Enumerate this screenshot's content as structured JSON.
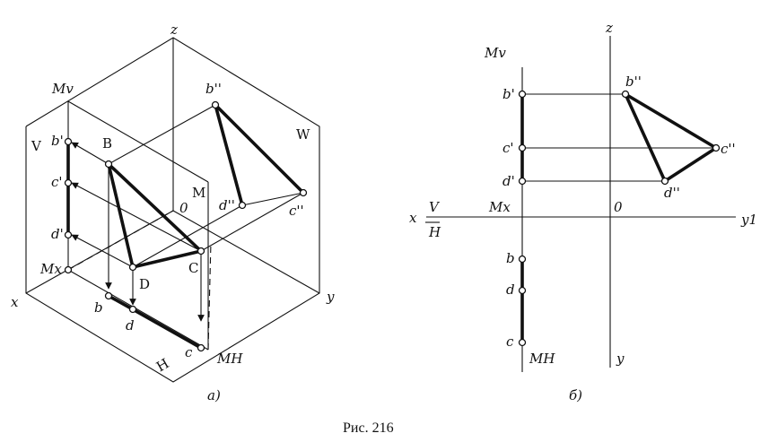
{
  "caption": "Рис. 216",
  "panel_a": {
    "sublabel": "а)",
    "axes": {
      "x": "x",
      "y": "y",
      "z": "z",
      "o": "0"
    },
    "planes": {
      "V": "V",
      "W": "W",
      "H": "H"
    },
    "marks": {
      "Mv": "Mv",
      "Mx": "Mx",
      "Mh": "MH",
      "M": "M"
    },
    "points3d": {
      "B": "B",
      "C": "C",
      "D": "D"
    },
    "front": {
      "b": "b'",
      "c": "c'",
      "d": "d'"
    },
    "side": {
      "b": "b''",
      "c": "c''",
      "d": "d''"
    },
    "top": {
      "b": "b",
      "c": "c",
      "d": "d"
    }
  },
  "panel_b": {
    "sublabel": "б)",
    "axes": {
      "x": "x",
      "y1": "y1",
      "y": "y",
      "z": "z",
      "o": "0"
    },
    "vh_top": "V",
    "vh_bottom": "H",
    "marks": {
      "Mv": "Mv",
      "Mx": "Mx",
      "Mh": "MH"
    },
    "front": {
      "b": "b'",
      "c": "c'",
      "d": "d'"
    },
    "side": {
      "b": "b''",
      "c": "c''",
      "d": "d''"
    },
    "top": {
      "b": "b",
      "c": "c",
      "d": "d"
    }
  }
}
